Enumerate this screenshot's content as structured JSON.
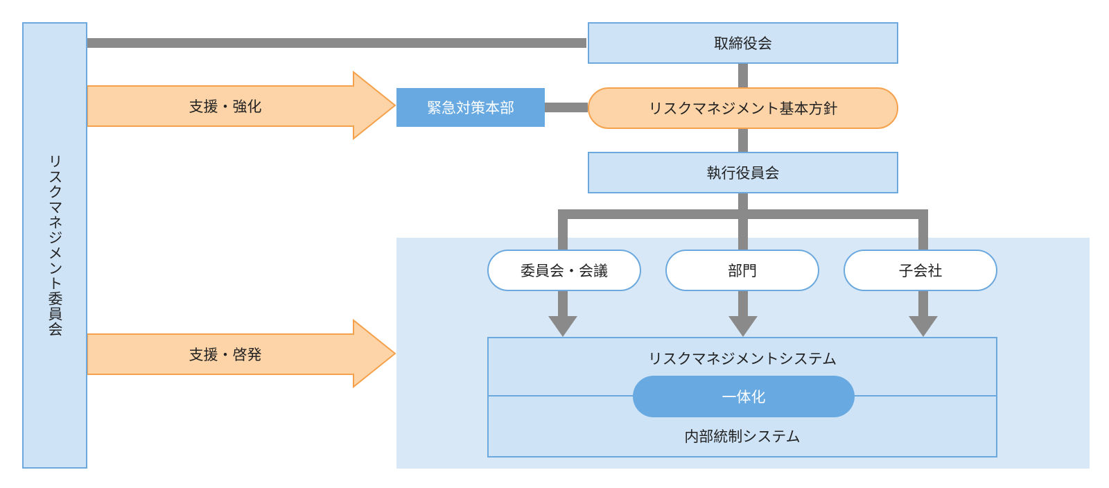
{
  "diagram": {
    "left_panel": {
      "label": "リスクマネジメント委員会"
    },
    "board": {
      "label": "取締役会"
    },
    "policy": {
      "label": "リスクマネジメント基本方針"
    },
    "emergency": {
      "label": "緊急対策本部"
    },
    "executive": {
      "label": "執行役員会"
    },
    "units": [
      {
        "label": "委員会・会議"
      },
      {
        "label": "部門"
      },
      {
        "label": "子会社"
      }
    ],
    "arrows": {
      "support_strengthen": "支援・強化",
      "support_enlighten": "支援・啓発"
    },
    "system": {
      "top_label": "リスクマネジメントシステム",
      "integration_label": "一体化",
      "bottom_label": "内部統制システム"
    },
    "colors": {
      "light_blue_fill": "#cfe3f7",
      "blue_border": "#6aa8de",
      "dark_blue": "#67a9e0",
      "orange_fill": "#fcd4a8",
      "orange_border": "#f5a04a",
      "connector_gray": "#8a8a8a",
      "panel_bg": "#d9e8f6"
    }
  }
}
